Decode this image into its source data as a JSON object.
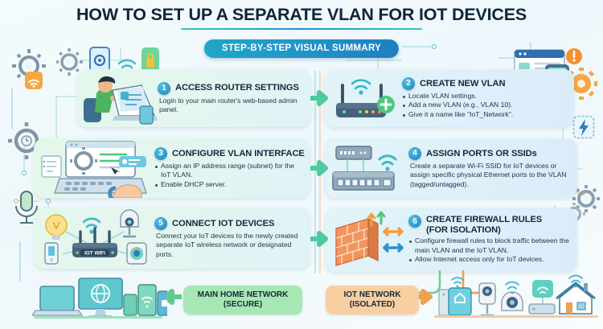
{
  "header": {
    "title": "HOW TO SET UP A SEPARATE VLAN FOR IOT DEVICES",
    "banner": "STEP-BY-STEP VISUAL SUMMARY"
  },
  "steps": [
    {
      "number": "1",
      "title": "ACCESS ROUTER SETTINGS",
      "body_type": "paragraph",
      "paragraph": "Login to your main router's web-based admin panel.",
      "art": "person-at-laptop",
      "side": "left"
    },
    {
      "number": "2",
      "title": "CREATE NEW VLAN",
      "body_type": "list",
      "bullets": [
        "Locate VLAN settings.",
        "Add a new VLAN (e.g., VLAN 10).",
        "Give it a name like \"IoT_Network\"."
      ],
      "art": "router-add",
      "side": "right"
    },
    {
      "number": "3",
      "title": "CONFIGURE VLAN INTERFACE",
      "body_type": "list",
      "bullets": [
        "Assign an IP address range (subnet) for the IoT VLAN.",
        "Enable DHCP server."
      ],
      "art": "hand-typing-laptop",
      "side": "left"
    },
    {
      "number": "4",
      "title": "ASSIGN PORTS OR SSIDs",
      "body_type": "paragraph",
      "paragraph": "Create a separate Wi-Fi SSID for IoT devices or assign specific physical Ethernet ports to the VLAN (tagged/untagged).",
      "art": "switch-ports-wifi",
      "side": "right"
    },
    {
      "number": "5",
      "title": "CONNECT IOT DEVICES",
      "body_type": "paragraph",
      "paragraph": "Connect your IoT devices to the newly created separate IoT wireless network or designated ports.",
      "art": "iot-wifi-router",
      "side": "left"
    },
    {
      "number": "6",
      "title": "CREATE FIREWALL RULES (FOR ISOLATION)",
      "body_type": "list",
      "bullets": [
        "Configure firewall rules to block traffic between the main VLAN and the IoT VLAN.",
        "Allow Internet access only for IoT devices."
      ],
      "art": "brick-firewall",
      "side": "right"
    }
  ],
  "router_label": "IOT WIFI",
  "footer": {
    "main_network": "MAIN HOME NETWORK (SECURE)",
    "main_network_line1": "MAIN HOME NETWORK",
    "main_network_line2": "(SECURE)",
    "iot_network": "IOT NETWORK (ISOLATED)",
    "iot_network_line1": "IOT NETWORK",
    "iot_network_line2": "(ISOLATED)"
  },
  "colors": {
    "accent_blue": "#1e7fc0",
    "accent_teal": "#39c5bb",
    "arrow_green": "#4ec9a0",
    "arrow_orange": "#f0a050",
    "secure_green": "#a7e7b4",
    "isolated_orange": "#f9cfa1",
    "title_dark": "#10243a"
  }
}
